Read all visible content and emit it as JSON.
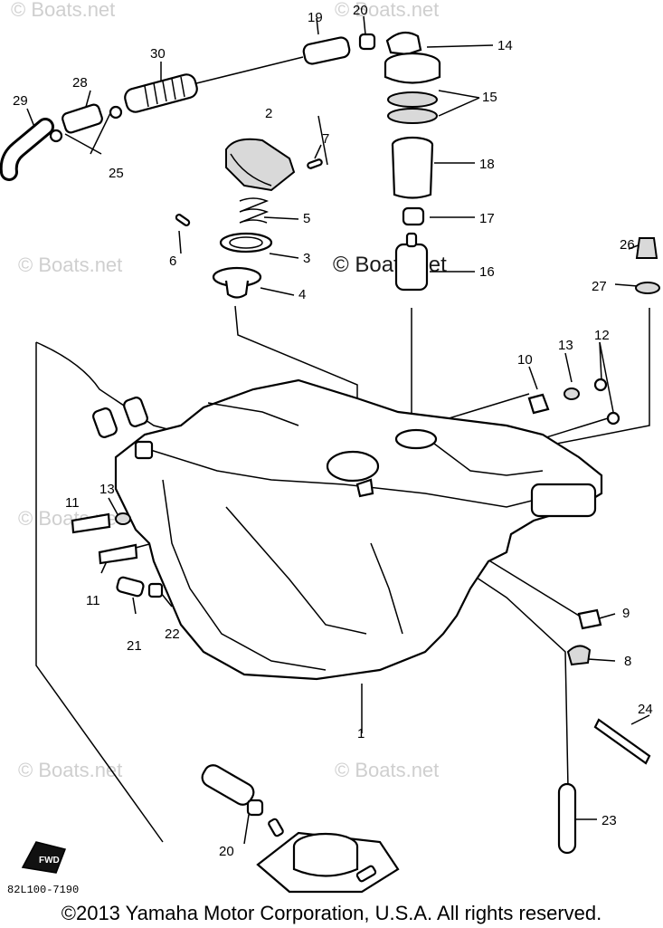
{
  "watermark_text": "© Boats.net",
  "callouts": [
    "1",
    "2",
    "3",
    "4",
    "5",
    "6",
    "7",
    "8",
    "9",
    "10",
    "11",
    "11",
    "12",
    "13",
    "13",
    "14",
    "15",
    "16",
    "17",
    "18",
    "19",
    "20",
    "20",
    "21",
    "22",
    "23",
    "24",
    "25",
    "26",
    "27",
    "28",
    "29",
    "30"
  ],
  "fwd_label": "FWD",
  "doc_number": "82L100-7190",
  "copyright": "©2013 Yamaha Motor Corporation, U.S.A. All rights reserved."
}
